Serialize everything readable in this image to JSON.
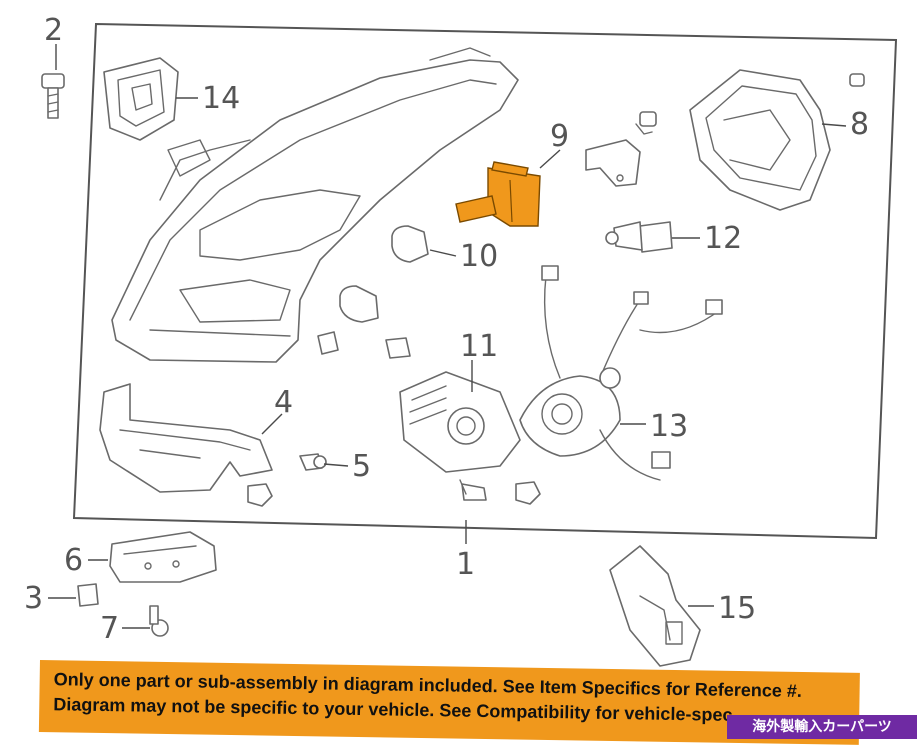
{
  "callouts": {
    "n1": "1",
    "n2": "2",
    "n3": "3",
    "n4": "4",
    "n5": "5",
    "n6": "6",
    "n7": "7",
    "n8": "8",
    "n9": "9",
    "n10": "10",
    "n11": "11",
    "n12": "12",
    "n13": "13",
    "n14": "14",
    "n15": "15"
  },
  "highlight_color": "#f0981c",
  "banner": {
    "line1": "Only one part or sub-assembly in diagram included. See Item Specifics for Reference #.",
    "line2": "Diagram may not be specific to your vehicle. See Compatibility for vehicle-spec"
  },
  "watermark": "海外製輸入カーパーツ"
}
